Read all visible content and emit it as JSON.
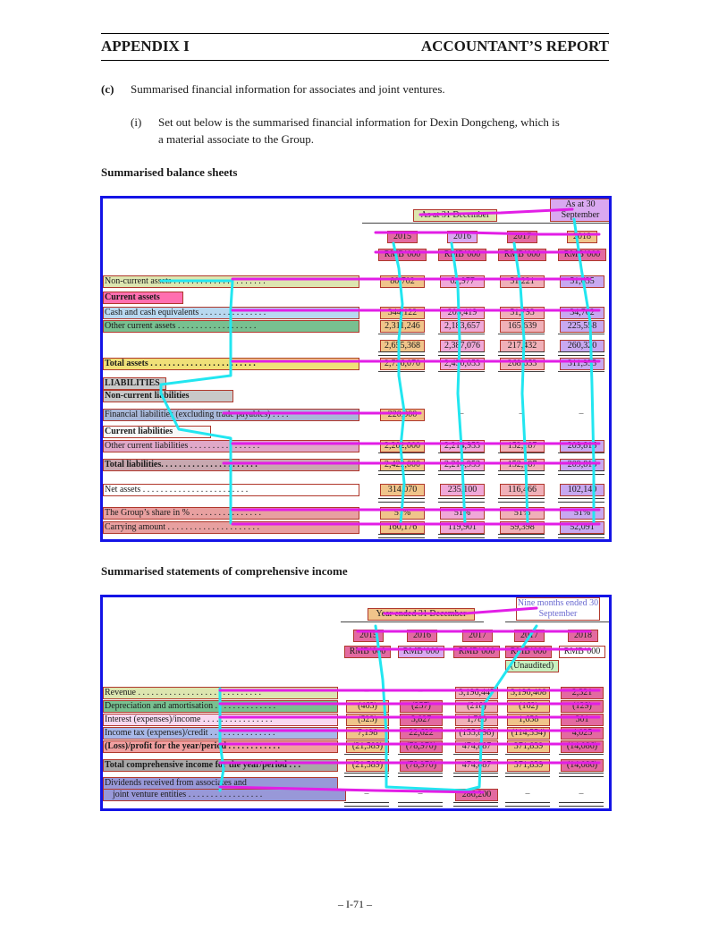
{
  "header": {
    "left": "APPENDIX I",
    "right": "ACCOUNTANT’S REPORT"
  },
  "intro": {
    "c_marker": "(c)",
    "c_text": "Summarised financial information for associates and joint ventures.",
    "i_marker": "(i)",
    "i_line1": "Set out below is the summarised financial information for Dexin Dongcheng, which is",
    "i_line2": "a material associate to the Group."
  },
  "balance": {
    "heading": "Summarised balance sheets",
    "group_header": "As at 31 December",
    "group_header_right": "As at 30 September",
    "years": [
      "2015",
      "2016",
      "2017",
      "2018"
    ],
    "units": [
      "RMB’000",
      "RMB’000",
      "RMB’000",
      "RMB’000"
    ],
    "rows": [
      {
        "label": "Non-current assets . . . . . . . . . . . . . . . . . . . . .",
        "v": [
          "80,702",
          "62,977",
          "51,221",
          "51,635"
        ]
      },
      {
        "label": "Current assets",
        "v": [
          "",
          "",
          "",
          ""
        ]
      },
      {
        "label": "Cash and cash equivalents . . . . . . . . . . . . . . .",
        "v": [
          "344,122",
          "203,419",
          "51,793",
          "34,762"
        ]
      },
      {
        "label": "Other current assets . . . . . . . . . . . . . . . . . .",
        "v": [
          "2,311,246",
          "2,183,657",
          "165,639",
          "225,558"
        ]
      },
      {
        "label": "",
        "v": [
          "2,655,368",
          "2,387,076",
          "217,432",
          "260,320"
        ]
      },
      {
        "label": "Total assets . . . . . . . . . . . . . . . . . . . . . . . .",
        "v": [
          "2,736,070",
          "2,450,053",
          "268,653",
          "311,955"
        ]
      },
      {
        "label": "LIABILITIES",
        "v": [
          "",
          "",
          "",
          ""
        ]
      },
      {
        "label": "Non-current liabilities",
        "v": [
          "",
          "",
          "",
          ""
        ]
      },
      {
        "label": "Financial liabilities (excluding trade payables) . . . .",
        "v": [
          "220,000",
          "–",
          "–",
          "–"
        ]
      },
      {
        "label": "Current liabilities",
        "v": [
          "",
          "",
          "",
          ""
        ]
      },
      {
        "label": "Other current liabilities . . . . . . . . . . . . . . . .",
        "v": [
          "2,202,000",
          "2,214,953",
          "152,187",
          "209,815"
        ]
      },
      {
        "label": "Total liabilities. . . . . . . . . . . . . . . . . . . . . .",
        "v": [
          "2,422,000",
          "2,214,953",
          "152,187",
          "209,815"
        ]
      },
      {
        "label": "Net assets . . . . . . . . . . . . . . . . . . . . . . . .",
        "v": [
          "314,070",
          "235,100",
          "116,466",
          "102,140"
        ]
      },
      {
        "label": "The Group’s share in % . . . . . . . . . . . . . . . .",
        "v": [
          "51%",
          "51%",
          "51%",
          "51%"
        ]
      },
      {
        "label": "Carrying amount . . . . . . . . . . . . . . . . . . . . .",
        "v": [
          "160,176",
          "119,901",
          "59,398",
          "52,091"
        ]
      }
    ]
  },
  "income": {
    "heading": "Summarised statements of comprehensive income",
    "group_header_left": "Year ended 31 December",
    "group_header_right": "Nine months ended 30 September",
    "years": [
      "2015",
      "2016",
      "2017",
      "2017",
      "2018"
    ],
    "units": [
      "RMB’000",
      "RMB’000",
      "RMB’000",
      "RMB’000",
      "RMB’000"
    ],
    "unaudited": "(Unaudited)",
    "rows": [
      {
        "label": "Revenue . . . . . . . . . . . . . . . . . . . . . . . . . . . .",
        "v": [
          "–",
          "–",
          "3,196,447",
          "3,196,408",
          "2,321"
        ]
      },
      {
        "label": "Depreciation and amortisation . . . . . . . . . . . . . .",
        "v": [
          "(463)",
          "(257)",
          "(218)",
          "(162)",
          "(129)"
        ]
      },
      {
        "label": "Interest (expenses)/income . . . . . . . . . . . . . . . .",
        "v": [
          "(523)",
          "3,827",
          "1,780",
          "1,658",
          "301"
        ]
      },
      {
        "label": "Income tax (expenses)/credit . . . . . . . . . . . . . . .",
        "v": [
          "7,198",
          "22,622",
          "(155,898)",
          "(114,554)",
          "4,025"
        ]
      },
      {
        "label": "(Loss)/profit for the year/period . . . . . . . . . . . .",
        "v": [
          "(21,589)",
          "(78,970)",
          "474,887",
          "371,839",
          "(14,086)"
        ]
      },
      {
        "label": "Total comprehensive income for the year/period . . .",
        "v": [
          "(21,589)",
          "(78,970)",
          "474,887",
          "371,839",
          "(14,086)"
        ]
      },
      {
        "label1": "Dividends received from associates and",
        "label2": "joint venture entities . . . . . . . . . . . . . . . . .",
        "v": [
          "–",
          "–",
          "286,200",
          "–",
          "–"
        ]
      }
    ]
  },
  "footer": "– I-71 –",
  "colors": {
    "panel_border": "#1414e6",
    "overlay_magenta": "#e21ee6",
    "overlay_cyan": "#22e6f0"
  }
}
